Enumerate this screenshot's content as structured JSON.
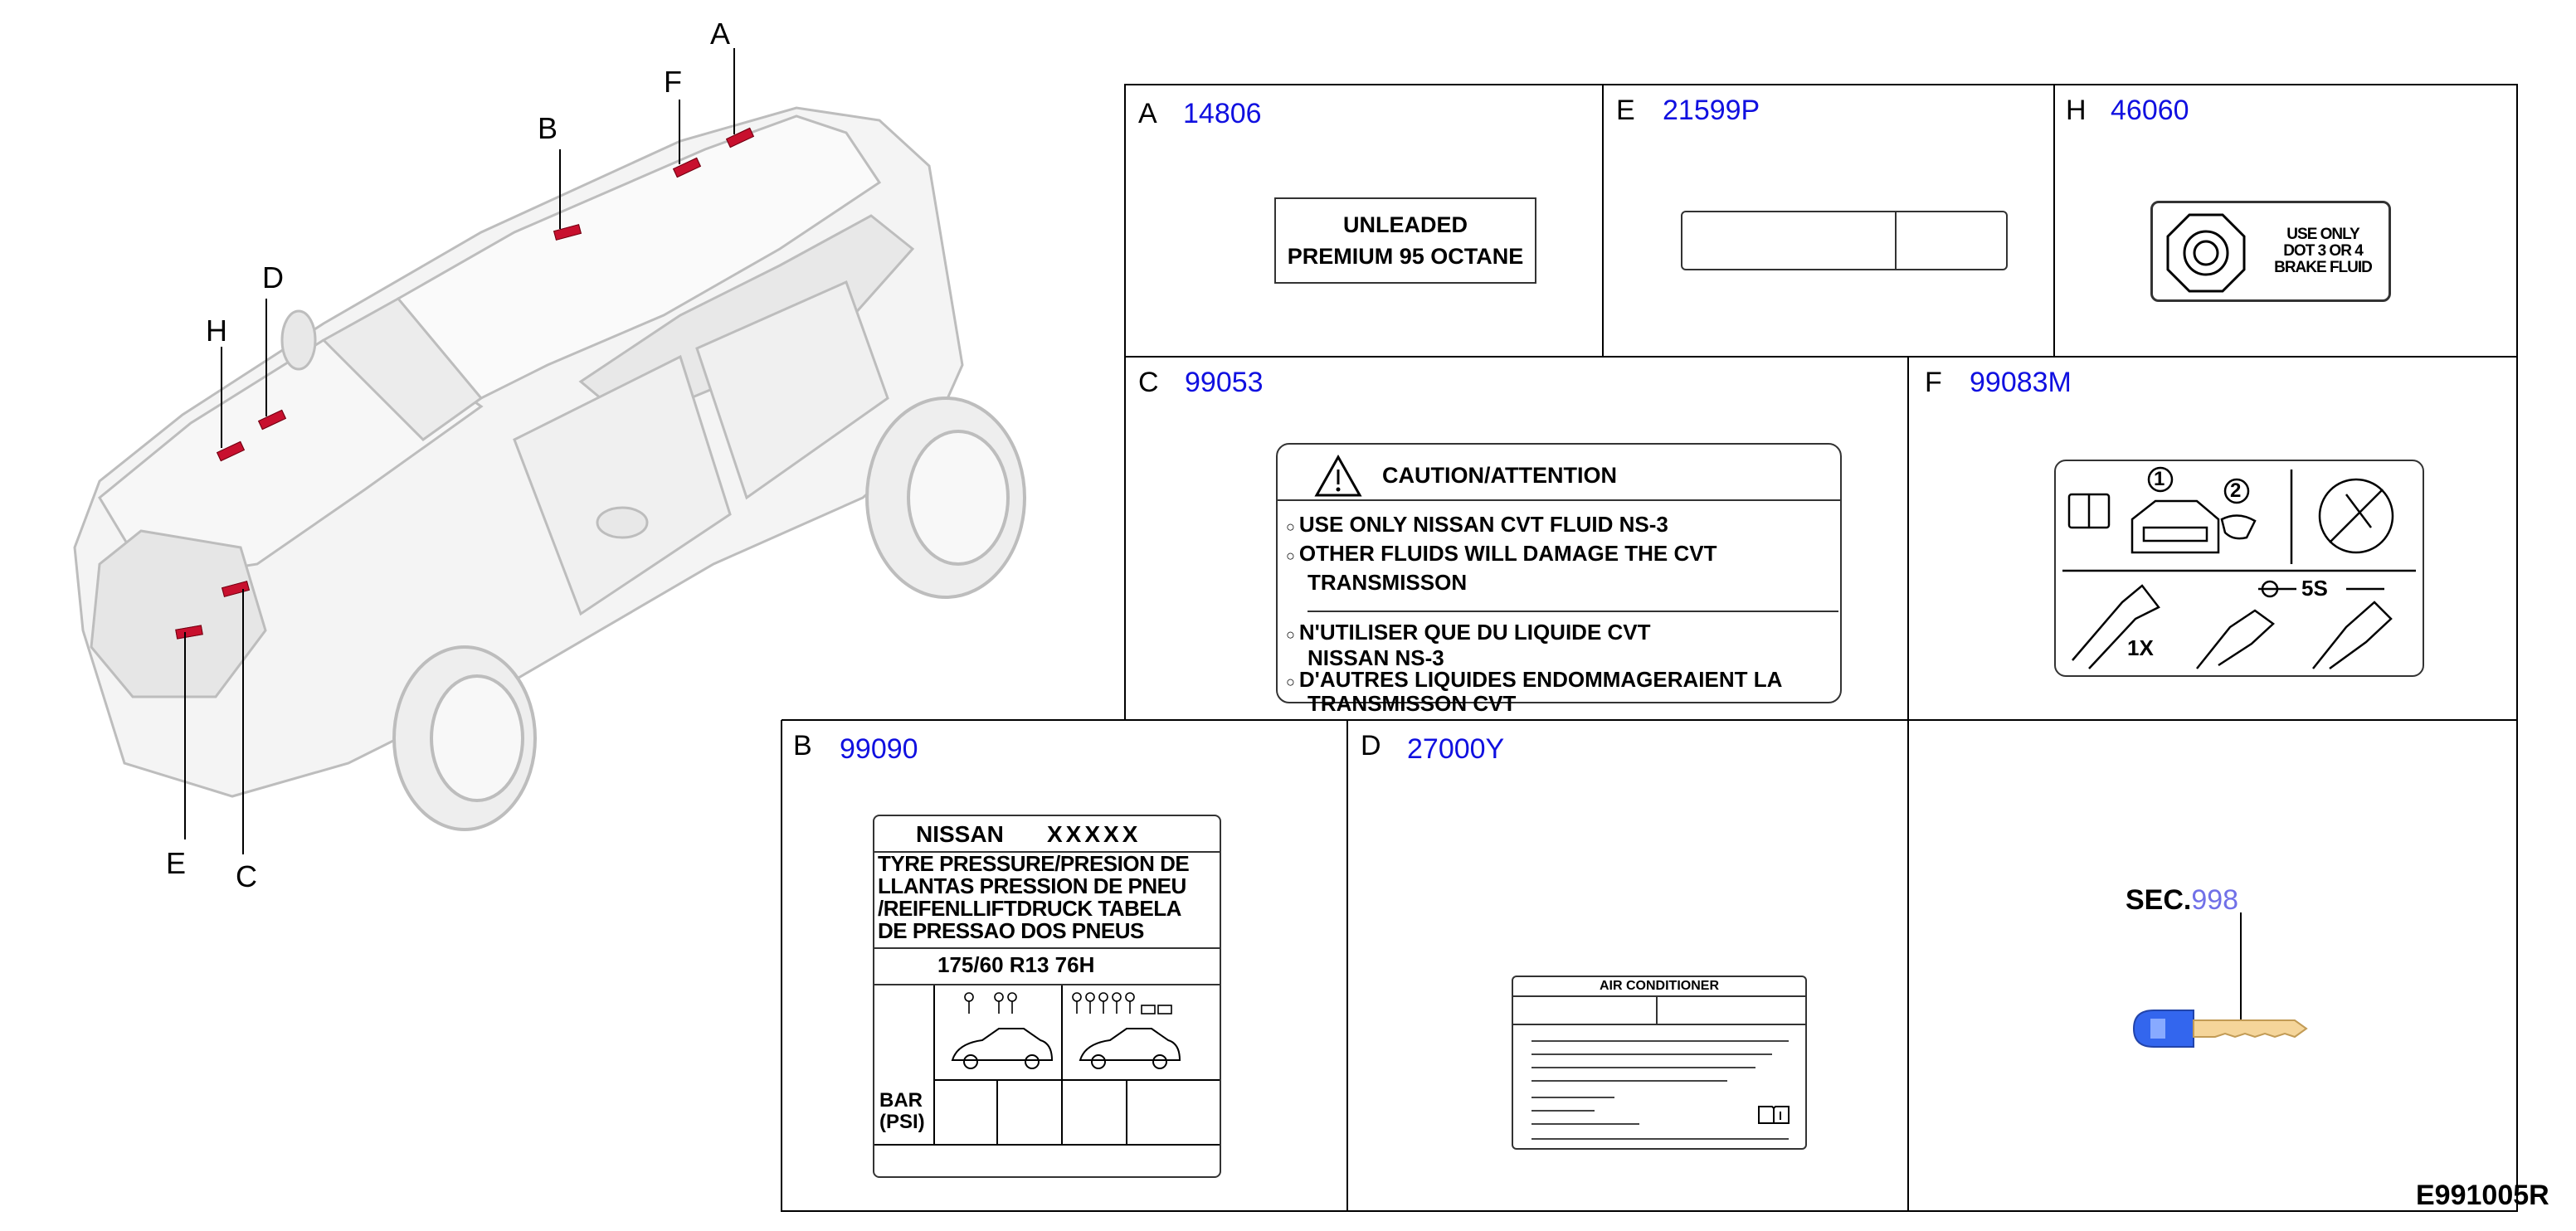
{
  "diagram_id": "E991005R",
  "callouts": {
    "a": "A",
    "b": "B",
    "c": "C",
    "d": "D",
    "e": "E",
    "f": "F",
    "h": "H"
  },
  "panels": {
    "A": {
      "letter": "A",
      "part": "14806",
      "label_lines": [
        "UNLEADED",
        "PREMIUM 95 OCTANE"
      ]
    },
    "E": {
      "letter": "E",
      "part": "21599P"
    },
    "H": {
      "letter": "H",
      "part": "46060",
      "label_lines": [
        "USE ONLY",
        "DOT 3 OR 4",
        "BRAKE FLUID"
      ]
    },
    "C": {
      "letter": "C",
      "part": "99053",
      "title": "CAUTION/ATTENTION",
      "lines": [
        "USE ONLY NISSAN CVT FLUID NS-3",
        "OTHER FLUIDS WILL DAMAGE THE CVT",
        "TRANSMISSON",
        "N'UTILISER QUE DU LIQUIDE CVT",
        "NISSAN NS-3",
        "D'AUTRES LIQUIDES ENDOMMAGERAIENT LA",
        "TRANSMISSON CVT"
      ]
    },
    "F": {
      "letter": "F",
      "part": "99083M",
      "step1": "1",
      "step2": "2",
      "time": "5S",
      "count": "1X"
    },
    "B": {
      "letter": "B",
      "part": "99090",
      "head_left": "NISSAN",
      "head_right": "XXXXX",
      "lines": [
        "TYRE PRESSURE/PRESION DE",
        "LLANTAS PRESSION DE PNEU",
        "/REIFENLLIFTDRUCK TABELA",
        "DE PRESSAO DOS PNEUS"
      ],
      "tyre": "175/60 R13 76H",
      "unit_1": "BAR",
      "unit_2": "(PSI)"
    },
    "D": {
      "letter": "D",
      "part": "27000Y",
      "title": "AIR CONDITIONER"
    },
    "SEC": {
      "prefix": "SEC.",
      "number": "998"
    }
  }
}
